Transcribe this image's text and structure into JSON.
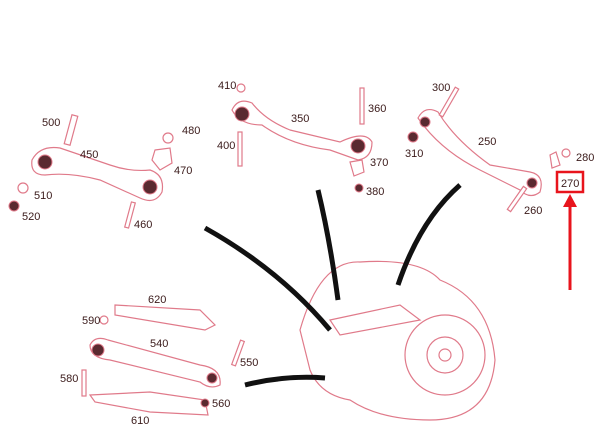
{
  "diagram": {
    "title": "Rear suspension control arms",
    "labels": {
      "p410": "410",
      "p360": "360",
      "p350": "350",
      "p400": "400",
      "p370": "370",
      "p380": "380",
      "p300": "300",
      "p250": "250",
      "p310": "310",
      "p280": "280",
      "p270": "270",
      "p260": "260",
      "p500": "500",
      "p450": "450",
      "p480": "480",
      "p470": "470",
      "p510": "510",
      "p520": "520",
      "p460": "460",
      "p620": "620",
      "p590": "590",
      "p540": "540",
      "p550": "550",
      "p580": "580",
      "p560": "560",
      "p610": "610"
    },
    "highlighted_part": "270",
    "colors": {
      "line": "#e07a8a",
      "highlight": "#e8141c",
      "arrow": "#111111"
    }
  }
}
